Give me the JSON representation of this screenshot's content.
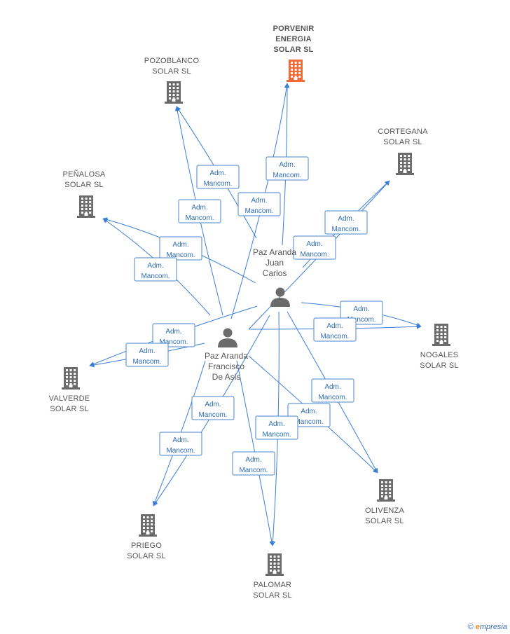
{
  "companies": [
    {
      "id": "porvenir",
      "lines": [
        "PORVENIR",
        "ENERGIA",
        "SOLAR SL"
      ],
      "focus": true,
      "icon": "building-icon"
    },
    {
      "id": "pozoblanco",
      "lines": [
        "POZOBLANCO",
        "SOLAR SL"
      ],
      "icon": "building-icon"
    },
    {
      "id": "cortegana",
      "lines": [
        "CORTEGANA",
        "SOLAR SL"
      ],
      "icon": "building-icon"
    },
    {
      "id": "penalosa",
      "lines": [
        "PEÑALOSA",
        "SOLAR SL"
      ],
      "icon": "building-icon"
    },
    {
      "id": "nogales",
      "lines": [
        "NOGALES",
        "SOLAR SL"
      ],
      "icon": "building-icon"
    },
    {
      "id": "valverde",
      "lines": [
        "VALVERDE",
        "SOLAR SL"
      ],
      "icon": "building-icon"
    },
    {
      "id": "olivenza",
      "lines": [
        "OLIVENZA",
        "SOLAR SL"
      ],
      "icon": "building-icon"
    },
    {
      "id": "priego",
      "lines": [
        "PRIEGO",
        "SOLAR SL"
      ],
      "icon": "building-icon"
    },
    {
      "id": "palomar",
      "lines": [
        "PALOMAR",
        "SOLAR SL"
      ],
      "icon": "building-icon"
    }
  ],
  "persons": [
    {
      "id": "juan",
      "lines": [
        "Paz Aranda",
        "Juan",
        "Carlos"
      ],
      "icon": "person-icon"
    },
    {
      "id": "francisco",
      "lines": [
        "Paz Aranda",
        "Francisco",
        "De Asis"
      ],
      "icon": "person-icon"
    }
  ],
  "edges": [
    {
      "from": "juan",
      "to": "porvenir",
      "label": [
        "Adm.",
        "Mancom."
      ]
    },
    {
      "from": "francisco",
      "to": "porvenir",
      "label": [
        "Adm.",
        "Mancom."
      ]
    },
    {
      "from": "juan",
      "to": "pozoblanco",
      "label": [
        "Adm.",
        "Mancom."
      ]
    },
    {
      "from": "francisco",
      "to": "pozoblanco",
      "label": [
        "Adm.",
        "Mancom."
      ]
    },
    {
      "from": "juan",
      "to": "cortegana",
      "label": [
        "Adm.",
        "Mancom."
      ]
    },
    {
      "from": "francisco",
      "to": "cortegana",
      "label": [
        "Adm.",
        "Mancom."
      ]
    },
    {
      "from": "juan",
      "to": "penalosa",
      "label": [
        "Adm.",
        "Mancom."
      ]
    },
    {
      "from": "francisco",
      "to": "penalosa",
      "label": [
        "Adm.",
        "Mancom."
      ]
    },
    {
      "from": "juan",
      "to": "nogales",
      "label": [
        "Adm.",
        "Mancom."
      ]
    },
    {
      "from": "francisco",
      "to": "nogales",
      "label": [
        "Adm.",
        "Mancom."
      ]
    },
    {
      "from": "juan",
      "to": "valverde",
      "label": [
        "Adm.",
        "Mancom."
      ]
    },
    {
      "from": "francisco",
      "to": "valverde",
      "label": [
        "Adm.",
        "Mancom."
      ]
    },
    {
      "from": "juan",
      "to": "olivenza",
      "label": [
        "Adm.",
        "Mancom."
      ]
    },
    {
      "from": "francisco",
      "to": "olivenza",
      "label": [
        "Adm.",
        "Mancom."
      ]
    },
    {
      "from": "juan",
      "to": "priego",
      "label": [
        "Adm.",
        "Mancom."
      ]
    },
    {
      "from": "francisco",
      "to": "priego",
      "label": [
        "Adm.",
        "Mancom."
      ]
    },
    {
      "from": "juan",
      "to": "palomar",
      "label": [
        "Adm.",
        "Mancom."
      ]
    },
    {
      "from": "francisco",
      "to": "palomar",
      "label": [
        "Adm.",
        "Mancom."
      ]
    }
  ],
  "colors": {
    "focus": "#f06a35",
    "company": "#6b6b6b",
    "person": "#6b6b6b",
    "edge": "#3b7ed8"
  },
  "footer": {
    "copyright": "©",
    "brand_initial": "e",
    "brand_rest": "mpresia"
  }
}
